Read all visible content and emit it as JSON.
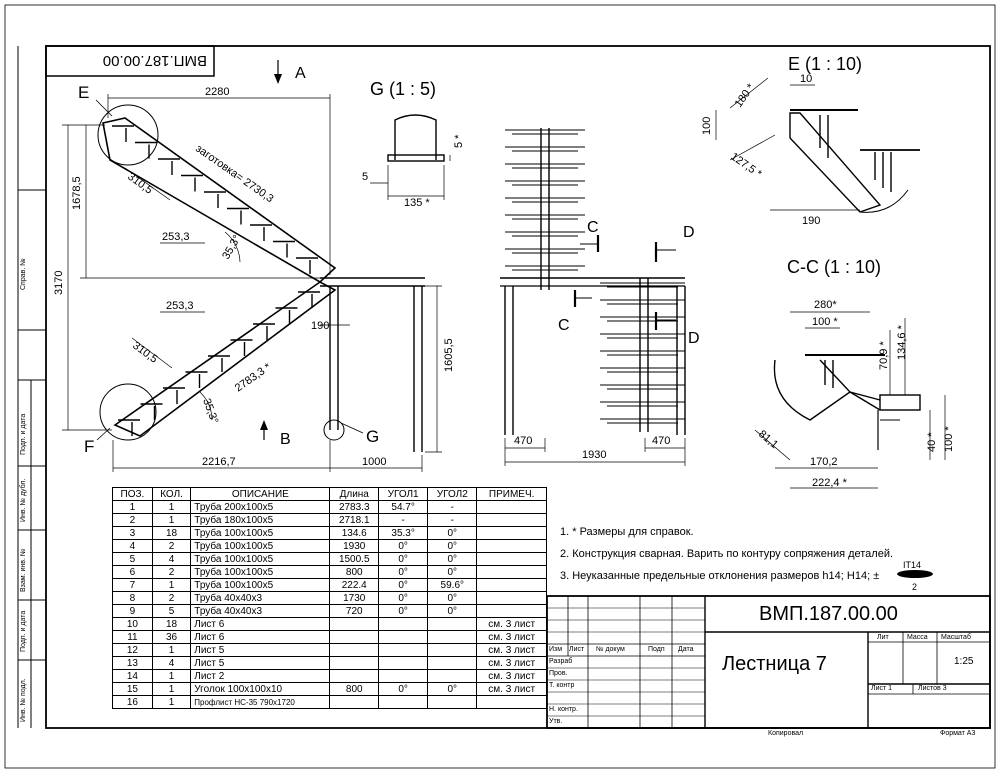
{
  "doc_code": "ВМП.187.00.00",
  "doc_code_mirrored": "ВМП.187.00.00",
  "title": "Лестница 7",
  "views": {
    "G": "G (1 : 5)",
    "E": "E (1 : 10)",
    "CC": "C-C (1 : 10)",
    "arrow_A": "A",
    "arrow_B": "B",
    "mark_E": "E",
    "mark_F": "F",
    "mark_G": "G",
    "cut_C": "C",
    "cut_D": "D"
  },
  "dims": {
    "d2280": "2280",
    "d1678": "1678,5",
    "d3170": "3170",
    "d310a": "310,5",
    "d253a": "253,3",
    "d35a": "35,3°",
    "zagotovka": "заготовка= 2730,3",
    "d253b": "253,3",
    "d310b": "310,5",
    "d2783": "2783,3 *",
    "d35b": "35,3°",
    "d190": "190",
    "d1605": "1605,5",
    "d2216": "2216,7",
    "d1000": "1000",
    "g5": "5",
    "g5s": "5 *",
    "g135": "135 *",
    "d470a": "470",
    "d470b": "470",
    "d1930": "1930",
    "e10": "10",
    "e180": "180 *",
    "e100": "100",
    "e127": "127,5 *",
    "e190": "190",
    "c280": "280*",
    "c100": "100 *",
    "c709": "70,9 *",
    "c1346": "134,6 *",
    "c811": "81,1",
    "c1702": "170,2",
    "c2224": "222,4 *",
    "c40": "40 *",
    "c100v": "100 *"
  },
  "table": {
    "headers": [
      "ПОЗ.",
      "КОЛ.",
      "ОПИСАНИЕ",
      "Длина",
      "УГОЛ1",
      "УГОЛ2",
      "ПРИМЕЧ."
    ],
    "rows": [
      [
        "1",
        "1",
        "Труба 200х100х5",
        "2783.3",
        "54.7°",
        "-",
        ""
      ],
      [
        "2",
        "1",
        "Труба 180х100х5",
        "2718.1",
        "-",
        "-",
        ""
      ],
      [
        "3",
        "18",
        "Труба 100х100х5",
        "134.6",
        "35.3°",
        "0°",
        ""
      ],
      [
        "4",
        "2",
        "Труба 100х100х5",
        "1930",
        "0°",
        "0°",
        ""
      ],
      [
        "5",
        "4",
        "Труба 100х100х5",
        "1500.5",
        "0°",
        "0°",
        ""
      ],
      [
        "6",
        "2",
        "Труба 100х100х5",
        "800",
        "0°",
        "0°",
        ""
      ],
      [
        "7",
        "1",
        "Труба 100х100х5",
        "222.4",
        "0°",
        "59.6°",
        ""
      ],
      [
        "8",
        "2",
        "Труба 40х40х3",
        "1730",
        "0°",
        "0°",
        ""
      ],
      [
        "9",
        "5",
        "Труба 40х40х3",
        "720",
        "0°",
        "0°",
        ""
      ],
      [
        "10",
        "18",
        "Лист 6",
        "",
        "",
        "",
        "см. 3 лист"
      ],
      [
        "11",
        "36",
        "Лист 6",
        "",
        "",
        "",
        "см. 3 лист"
      ],
      [
        "12",
        "1",
        "Лист 5",
        "",
        "",
        "",
        "см. 3 лист"
      ],
      [
        "13",
        "4",
        "Лист 5",
        "",
        "",
        "",
        "см. 3 лист"
      ],
      [
        "14",
        "1",
        "Лист 2",
        "",
        "",
        "",
        "см. 3 лист"
      ],
      [
        "15",
        "1",
        "Уголок 100х100х10",
        "800",
        "0°",
        "0°",
        "см. 3 лист"
      ],
      [
        "16",
        "1",
        "Профлист НС-35 790х1720",
        "",
        "",
        "",
        ""
      ]
    ]
  },
  "notes": [
    "1.   * Размеры для справок.",
    "2.   Конструкция сварная. Варить по контуру сопряжения деталей.",
    "3.   Неуказанные предельные отклонения размеров h14; H14; ±"
  ],
  "tolerance": {
    "top": "IT14",
    "bottom": "2"
  },
  "stamp": {
    "izm": "Изм",
    "list": "Лист",
    "ndokum": "№ докум",
    "podp": "Подп",
    "data": "Дата",
    "razrab": "Разраб",
    "prov": "Пров.",
    "tkontr": "Т. контр",
    "nkontr": "Н. контр.",
    "utv": "Утв.",
    "lit": "Лит",
    "massa": "Масса",
    "masshtab": "Масштаб",
    "scale": "1:25",
    "sheet": "Лист  1",
    "sheets": "Листов 3",
    "kopiroval": "Копировал",
    "format": "Формат А3"
  },
  "side": {
    "sprav": "Справ. №",
    "podp1": "Подп. и дата",
    "invdubl": "Инв. № дубл.",
    "vzam": "Взам. инв. №",
    "podp2": "Подп. и дата",
    "invpodl": "Инв. № подл."
  }
}
